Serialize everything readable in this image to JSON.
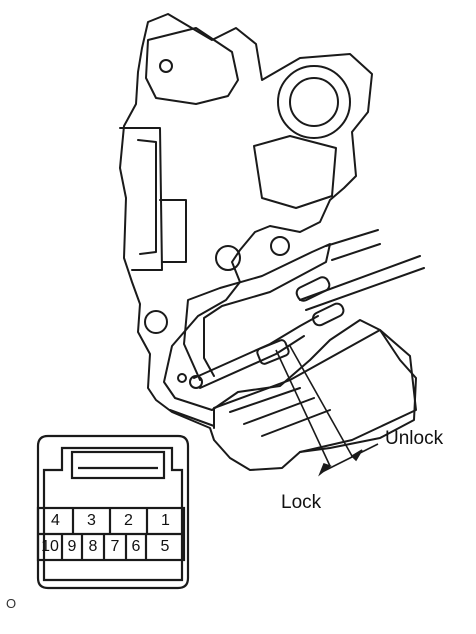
{
  "labels": {
    "unlock": "Unlock",
    "lock": "Lock",
    "figure_id": "O"
  },
  "connector": {
    "top_row": [
      "4",
      "3",
      "2",
      "1"
    ],
    "bottom_row": [
      "10",
      "9",
      "8",
      "7",
      "6",
      "5"
    ]
  },
  "colors": {
    "line": "#1a1a1a",
    "fill": "#ffffff"
  }
}
